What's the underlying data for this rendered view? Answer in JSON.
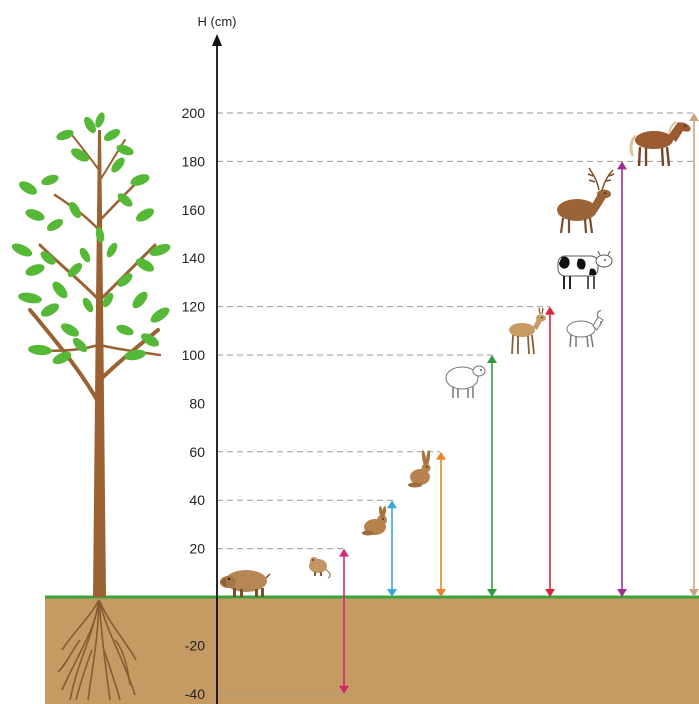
{
  "axis": {
    "title": "H (cm)",
    "ticks": [
      {
        "value": 200,
        "label": "200"
      },
      {
        "value": 180,
        "label": "180"
      },
      {
        "value": 160,
        "label": "160"
      },
      {
        "value": 140,
        "label": "140"
      },
      {
        "value": 120,
        "label": "120"
      },
      {
        "value": 100,
        "label": "100"
      },
      {
        "value": 80,
        "label": "80"
      },
      {
        "value": 60,
        "label": "60"
      },
      {
        "value": 40,
        "label": "40"
      },
      {
        "value": 20,
        "label": "20"
      },
      {
        "value": -20,
        "label": "-20"
      },
      {
        "value": -40,
        "label": "-40"
      }
    ]
  },
  "reference_lines": [
    200,
    180,
    120,
    100,
    60,
    40,
    20,
    -40
  ],
  "animals": [
    {
      "name": "wild-boar",
      "height_from": -40,
      "height_to": 20,
      "arrow_color": "#d6246e",
      "icon": "boar-icon"
    },
    {
      "name": "vole",
      "height_from": -40,
      "height_to": 20,
      "arrow_color": "#d6246e",
      "icon": "vole-icon"
    },
    {
      "name": "rabbit",
      "height_from": 0,
      "height_to": 40,
      "arrow_color": "#3ba7d9",
      "icon": "rabbit-icon"
    },
    {
      "name": "hare",
      "height_from": 0,
      "height_to": 60,
      "arrow_color": "#e8832c",
      "icon": "hare-icon"
    },
    {
      "name": "sheep",
      "height_from": 0,
      "height_to": 100,
      "arrow_color": "#2e9e3e",
      "icon": "sheep-icon"
    },
    {
      "name": "roe-deer",
      "height_from": 0,
      "height_to": 120,
      "arrow_color": "#d8243a",
      "icon": "roe-deer-icon"
    },
    {
      "name": "goat",
      "height_from": 0,
      "height_to": 120,
      "arrow_color": "#d8243a",
      "icon": "goat-icon"
    },
    {
      "name": "cow",
      "height_from": 0,
      "height_to": 180,
      "arrow_color": "#9c2f8f",
      "icon": "cow-icon"
    },
    {
      "name": "red-deer",
      "height_from": 0,
      "height_to": 180,
      "arrow_color": "#9c2f8f",
      "icon": "red-deer-icon"
    },
    {
      "name": "horse",
      "height_from": 0,
      "height_to": 200,
      "arrow_color": "#c9a582",
      "icon": "horse-icon"
    }
  ],
  "colors": {
    "ground": "#c69a63",
    "grass_line": "#3aa33a",
    "tree_trunk": "#9a6233",
    "leaf": "#55b837",
    "axis": "#111111",
    "dashed": "#999999"
  }
}
